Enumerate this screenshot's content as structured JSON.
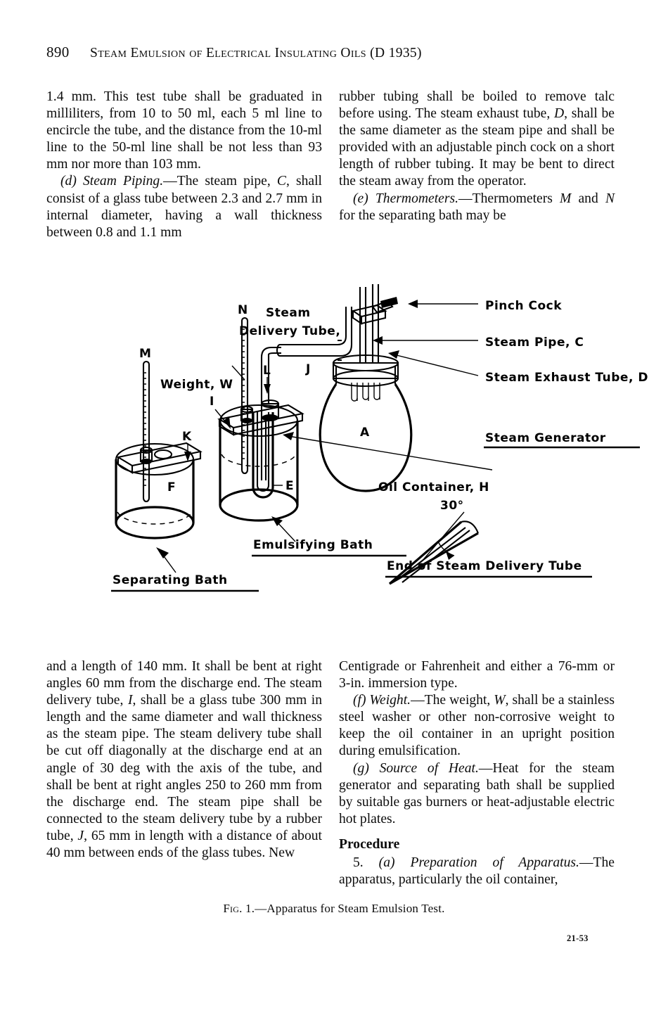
{
  "header": {
    "folio": "890",
    "title": "Steam Emulsion of Electrical Insulating Oils (D 1935)"
  },
  "columns": {
    "top_left": [
      "1.4 mm. This test tube shall be graduated in milliliters, from 10 to 50 ml, each 5 ml line to encircle the tube, and the distance from the 10-ml line to the 50-ml line shall be not less than 93 mm nor more than 103 mm.",
      "(d) Steam Piping.—The steam pipe, C, shall consist of a glass tube between 2.3 and 2.7 mm in internal diameter, having a wall thickness between 0.8 and 1.1 mm"
    ],
    "top_left_parts": {
      "p1": "1.4 mm. This test tube shall be graduated in milliliters, from 10 to 50 ml, each 5 ml line to encircle the tube, and the distance from the 10-ml line to the 50-ml line shall be not less than 93 mm nor more than 103 mm.",
      "p2_marker": "(d)",
      "p2_title": "Steam Piping.",
      "p2_dash": "—The steam pipe, ",
      "p2_italic_c": "C",
      "p2_rest": ", shall consist of a glass tube between 2.3 and 2.7 mm in internal diameter, having a wall thickness between 0.8 and 1.1 mm"
    },
    "top_right_parts": {
      "p1a": "rubber tubing shall be boiled to remove talc before using. The steam exhaust tube, ",
      "p1_italic_d": "D",
      "p1b": ", shall be the same diameter as the steam pipe and shall be provided with an adjustable pinch cock on a short length of rubber tubing. It may be bent to direct the steam away from the operator.",
      "p2_marker": "(e)",
      "p2_title": "Thermometers.",
      "p2_dash": "—Thermometers ",
      "p2_italic_m": "M",
      "p2_mid": " and ",
      "p2_italic_n": "N",
      "p2_rest": " for the separating bath may be"
    },
    "bot_left_parts": {
      "p1a": "and a length of 140 mm. It shall be bent at right angles 60 mm from the discharge end. The steam delivery tube, ",
      "p1_italic_i": "I",
      "p1b": ", shall be a glass tube 300 mm in length and the same diameter and wall thickness as the steam pipe. The steam delivery tube shall be cut off diagonally at the discharge end at an angle of 30 deg with the axis of the tube, and shall be bent at right angles 250 to 260 mm from the discharge end. The steam pipe shall be connected to the steam delivery tube by a rubber tube, ",
      "p1_italic_j": "J",
      "p1c": ", 65 mm in length with a distance of about 40 mm between ends of the glass tubes. New"
    },
    "bot_right_parts": {
      "p1": "Centigrade or Fahrenheit and either a 76-mm or 3-in. immersion type.",
      "p2_marker": "(f)",
      "p2_title": "Weight.",
      "p2_dash": "—The weight, ",
      "p2_italic_w": "W",
      "p2_rest": ", shall be a stainless steel washer or other non-corrosive weight to keep the oil container in an upright position during emulsification.",
      "p3_marker": "(g)",
      "p3_title": "Source of Heat.",
      "p3_rest": "—Heat for the steam generator and separating bath shall be supplied by suitable gas burners or heat-adjustable electric hot plates.",
      "subhead": "Procedure",
      "p4_num": "5.",
      "p4_marker": "(a)",
      "p4_title": "Preparation of Apparatus.",
      "p4_rest": "—The apparatus, particularly the oil container,"
    }
  },
  "figure": {
    "caption_fig": "Fig.",
    "caption_num": "1.",
    "caption_text": "—Apparatus for Steam Emulsion Test.",
    "labels": {
      "m": "M",
      "n": "N",
      "k": "K",
      "f": "F",
      "e": "E",
      "a": "A",
      "i": "I",
      "j": "J",
      "l": "L",
      "weight": "Weight, W",
      "steam": "Steam",
      "delivery_tube": "Delivery Tube,",
      "pinch_cock": "Pinch Cock",
      "steam_pipe": "Steam Pipe, C",
      "steam_exhaust": "Steam Exhaust Tube, D",
      "steam_generator": "Steam Generator",
      "oil_container": "Oil Container, H",
      "emulsifying_bath": "Emulsifying Bath",
      "separating_bath": "Separating Bath",
      "end_of_tube": "End of Steam Delivery Tube",
      "angle": "30°"
    }
  },
  "footer": {
    "code": "21-53"
  },
  "colors": {
    "ink": "#0c0c0c",
    "paper": "#ffffff"
  }
}
